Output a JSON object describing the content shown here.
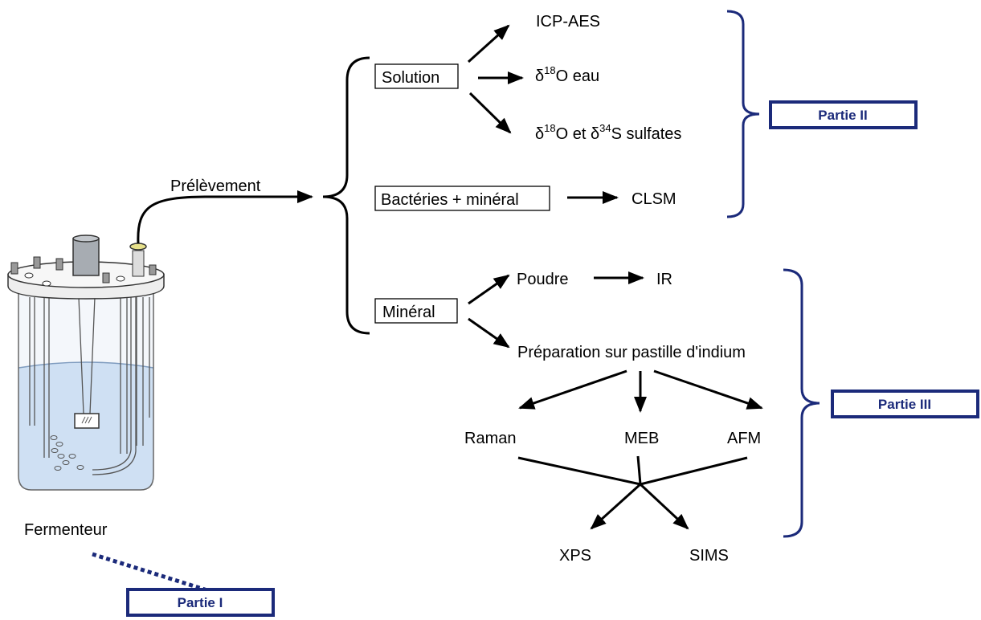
{
  "labels": {
    "fermenteur": "Fermenteur",
    "prelevement": "Prélèvement",
    "solution": "Solution",
    "bacteries_mineral": "Bactéries + minéral",
    "mineral": "Minéral",
    "icp_aes": "ICP-AES",
    "delta": "δ",
    "iso18": "18",
    "iso34": "34",
    "o_eau_tail": "O eau",
    "o_et": "O et ",
    "s_sulfates": "S sulfates",
    "clsm": "CLSM",
    "poudre": "Poudre",
    "ir": "IR",
    "preparation": "Préparation sur pastille d'indium",
    "raman": "Raman",
    "meb": "MEB",
    "afm": "AFM",
    "xps": "XPS",
    "sims": "SIMS"
  },
  "parts": {
    "part1": "Partie I",
    "part2": "Partie II",
    "part3": "Partie III"
  },
  "colors": {
    "accent": "#1b2a7a",
    "water": "#cfe0f3",
    "line": "#000000"
  },
  "icons": {
    "fermenter": "bioreactor-vessel-icon"
  }
}
